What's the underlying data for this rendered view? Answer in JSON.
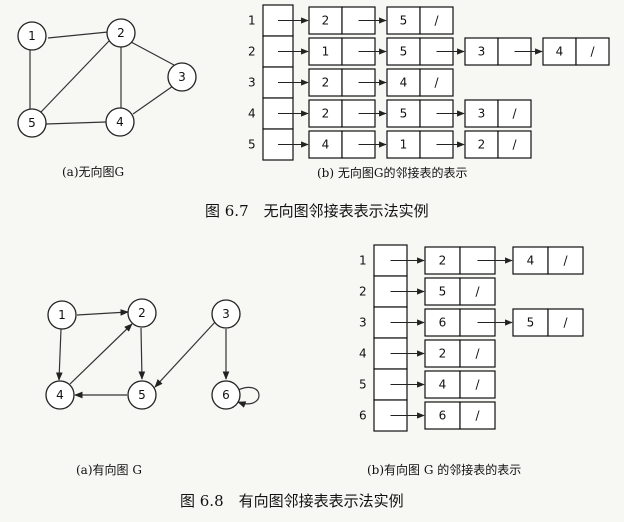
{
  "colors": {
    "ink": "#111111",
    "background": "#f7f7f4"
  },
  "figure1": {
    "graph_caption": "(a)无向图G",
    "list_caption": "(b) 无向图G的邻接表的表示",
    "title": "图 6.7　无向图邻接表表示法实例",
    "nodes": [
      "1",
      "2",
      "3",
      "4",
      "5"
    ],
    "edges": [
      [
        "1",
        "2"
      ],
      [
        "1",
        "5"
      ],
      [
        "2",
        "3"
      ],
      [
        "2",
        "4"
      ],
      [
        "2",
        "5"
      ],
      [
        "3",
        "4"
      ],
      [
        "4",
        "5"
      ]
    ],
    "list": [
      {
        "vertex": "1",
        "adj": [
          "2",
          "5"
        ]
      },
      {
        "vertex": "2",
        "adj": [
          "1",
          "5",
          "3",
          "4"
        ]
      },
      {
        "vertex": "3",
        "adj": [
          "2",
          "4"
        ]
      },
      {
        "vertex": "4",
        "adj": [
          "2",
          "5",
          "3"
        ]
      },
      {
        "vertex": "5",
        "adj": [
          "4",
          "1",
          "2"
        ]
      }
    ]
  },
  "figure2": {
    "graph_caption": "(a)有向图 G",
    "list_caption": "(b)有向图 G 的邻接表的表示",
    "title": "图 6.8　有向图邻接表表示法实例",
    "nodes": [
      "1",
      "2",
      "3",
      "4",
      "5",
      "6"
    ],
    "edges": [
      [
        "1",
        "2"
      ],
      [
        "1",
        "4"
      ],
      [
        "4",
        "2"
      ],
      [
        "2",
        "5"
      ],
      [
        "5",
        "4"
      ],
      [
        "3",
        "5"
      ],
      [
        "3",
        "6"
      ],
      [
        "6",
        "6"
      ]
    ],
    "list": [
      {
        "vertex": "1",
        "adj": [
          "2",
          "4"
        ]
      },
      {
        "vertex": "2",
        "adj": [
          "5"
        ]
      },
      {
        "vertex": "3",
        "adj": [
          "6",
          "5"
        ]
      },
      {
        "vertex": "4",
        "adj": [
          "2"
        ]
      },
      {
        "vertex": "5",
        "adj": [
          "4"
        ]
      },
      {
        "vertex": "6",
        "adj": [
          "6"
        ]
      }
    ]
  },
  "null_marker": "/"
}
